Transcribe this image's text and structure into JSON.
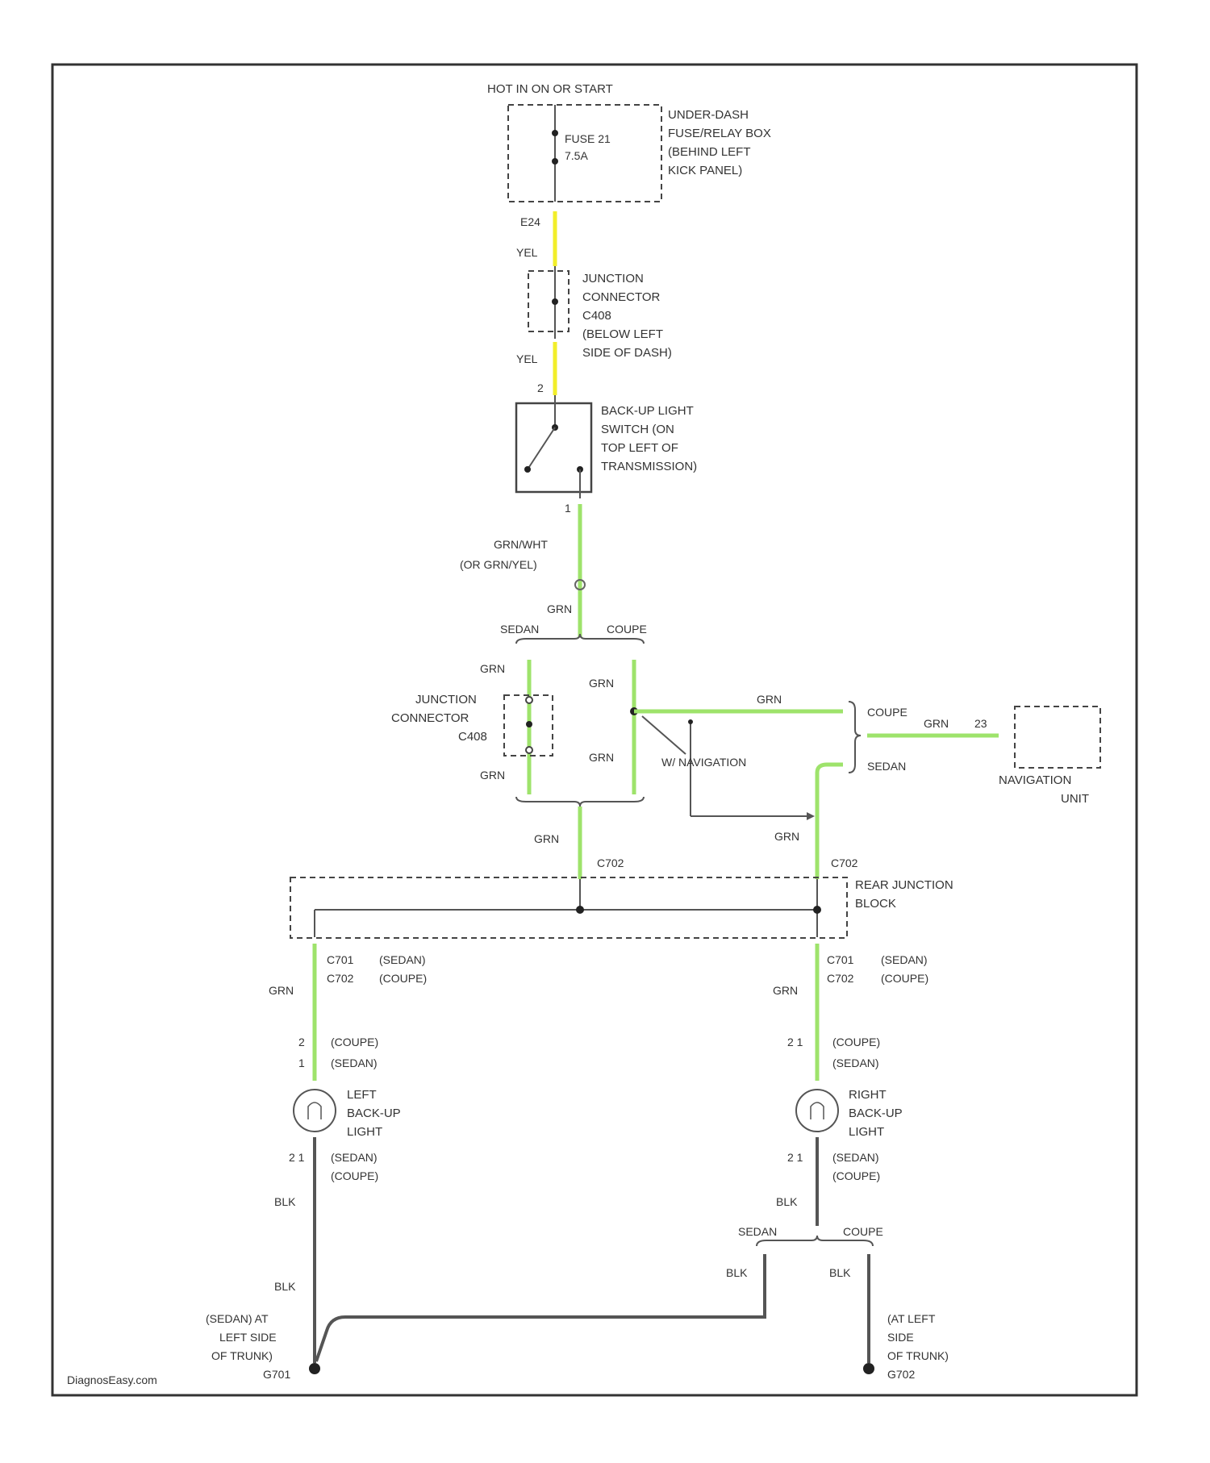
{
  "colors": {
    "yellow_wire": "#f2ee2a",
    "green_wire": "#9ee36b",
    "black_wire": "#555555",
    "frame": "#333333"
  },
  "power": {
    "label": "HOT IN ON OR START"
  },
  "fuse": {
    "name": "FUSE 21",
    "rating": "7.5A"
  },
  "fuse_box": {
    "lines": [
      "UNDER-DASH",
      "FUSE/RELAY BOX",
      "(BEHIND LEFT",
      "KICK PANEL)"
    ]
  },
  "wires": {
    "pin_fuse_out": "E24",
    "yel_1": "YEL",
    "yel_2": "YEL",
    "switch_pin_top": "2",
    "switch_pin_bottom": "1",
    "grn_wht": [
      "GRN/WHT",
      "(OR GRN/YEL)"
    ],
    "grn_main": "GRN",
    "sedan": "SEDAN",
    "coupe": "COUPE",
    "grn_a": "GRN",
    "grn_b": "GRN",
    "grn_c": "GRN",
    "grn_d": "GRN",
    "grn_nav_top": "GRN",
    "grn_nav": "GRN",
    "nav_pin": "23",
    "grn_down_left": "GRN",
    "grn_down_right": "GRN",
    "c702_left": "C702",
    "c702_right": "C702",
    "grn_left_light": "GRN",
    "grn_right_light": "GRN",
    "blk_left": "BLK",
    "blk_left_2": "BLK",
    "blk_right": "BLK",
    "blk_right_sedan": "BLK",
    "blk_right_coupe": "BLK",
    "sedan_right": "SEDAN",
    "coupe_right": "COUPE",
    "nav_coupe": "COUPE",
    "nav_sedan": "SEDAN"
  },
  "junction_connector_top": {
    "lines": [
      "JUNCTION",
      "CONNECTOR",
      "C408",
      "(BELOW LEFT",
      "SIDE OF DASH)"
    ]
  },
  "backup_switch": {
    "lines": [
      "BACK-UP LIGHT",
      "SWITCH (ON",
      "TOP LEFT OF",
      "TRANSMISSION)"
    ]
  },
  "junction_connector_mid": {
    "lines": [
      "JUNCTION",
      "CONNECTOR",
      "C408"
    ]
  },
  "navigation": {
    "w_label": "W/ NAVIGATION",
    "unit": [
      "NAVIGATION",
      "UNIT"
    ]
  },
  "rear_block": {
    "lines": [
      "REAR JUNCTION",
      "BLOCK"
    ]
  },
  "left_conn": {
    "codes": [
      "C701",
      "C702"
    ],
    "variants": [
      "(SEDAN)",
      "(COUPE)"
    ]
  },
  "right_conn": {
    "codes": [
      "C701",
      "C702"
    ],
    "variants": [
      "(SEDAN)",
      "(COUPE)"
    ]
  },
  "left_light": {
    "pins_top": [
      "2",
      "1"
    ],
    "variants_top": [
      "(COUPE)",
      "(SEDAN)"
    ],
    "lines": [
      "LEFT",
      "BACK-UP",
      "LIGHT"
    ],
    "pins_bottom": "2 1",
    "variants_bottom": [
      "(SEDAN)",
      "(COUPE)"
    ]
  },
  "right_light": {
    "pins_top": "2 1",
    "variants_top": [
      "(COUPE)",
      "(SEDAN)"
    ],
    "lines": [
      "RIGHT",
      "BACK-UP",
      "LIGHT"
    ],
    "pins_bottom": "2 1",
    "variants_bottom": [
      "(SEDAN)",
      "(COUPE)"
    ]
  },
  "ground_left": {
    "lines": [
      "(SEDAN) AT",
      "LEFT SIDE",
      "OF TRUNK)",
      "G701"
    ]
  },
  "ground_right": {
    "lines": [
      "(AT LEFT",
      "SIDE",
      "OF TRUNK)",
      "G702"
    ]
  },
  "watermark": "DiagnosEasy.com"
}
